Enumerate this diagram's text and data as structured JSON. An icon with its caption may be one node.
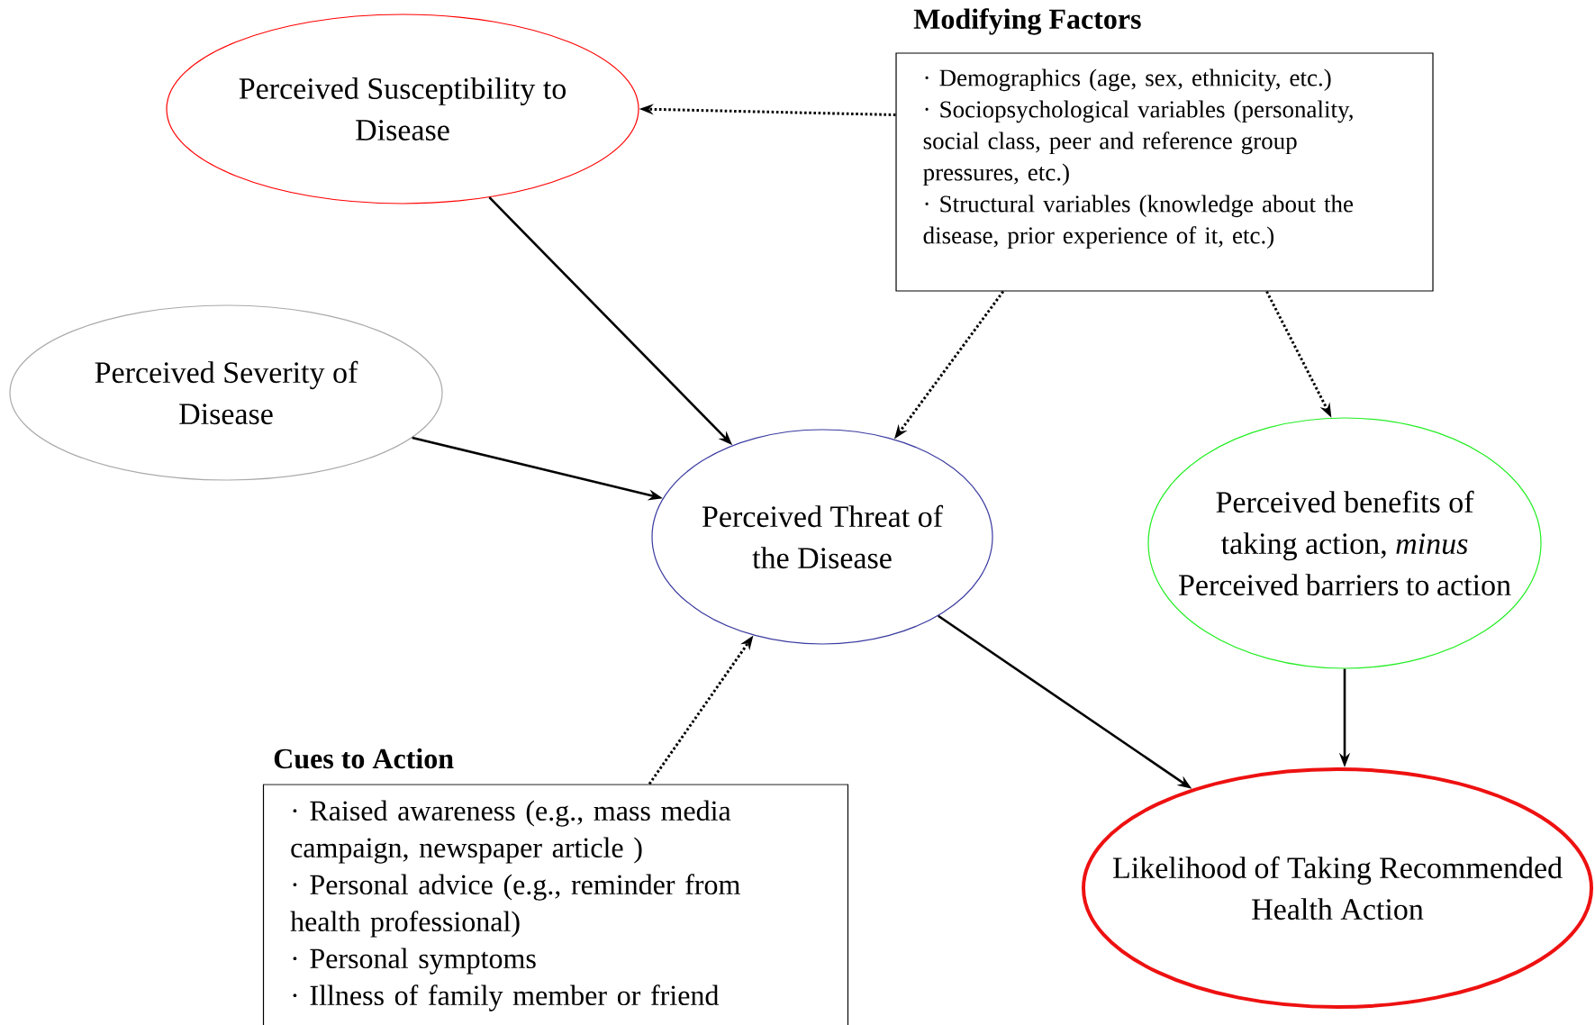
{
  "diagram": {
    "nodes": [
      {
        "text": [
          "Perceived Susceptibility to Disease"
        ]
      },
      {
        "text": [
          "Modifying Factors",
          "· Demographics (age, sex, ethnicity, etc.)",
          "· Sociopsychological variables (personality, social class, peer and reference group pressures, etc.)",
          "· Structural variables (knowledge about the disease, prior experience of it, etc.)"
        ]
      },
      {
        "text": [
          "Perceived Severity of Disease"
        ]
      },
      {
        "text": [
          "Perceived Threat of the Disease"
        ]
      },
      {
        "text": [
          "Perceived benefits of taking action, *minus* Perceived barriers to action"
        ]
      },
      {
        "text": [
          "Cues to Action",
          "· Raised awareness (e.g., mass media campaign, newspaper article )",
          "· Personal advice (e.g., reminder from health professional)",
          "· Personal symptoms",
          "· Illness of family member or friend"
        ]
      },
      {
        "text": [
          "Likelihood of Taking Recommended Health Action"
        ]
      }
    ],
    "edges": [
      {
        "from": 1,
        "to": 0,
        "arrow": "to",
        "style": "dashed"
      },
      {
        "from": 0,
        "to": 3,
        "arrow": "to"
      },
      {
        "from": 2,
        "to": 3,
        "arrow": "to"
      },
      {
        "from": 1,
        "to": 3,
        "arrow": "to",
        "style": "dashed"
      },
      {
        "from": 1,
        "to": 4,
        "arrow": "to",
        "style": "dashed"
      },
      {
        "from": 5,
        "to": 3,
        "arrow": "to",
        "style": "dashed"
      },
      {
        "from": 3,
        "to": 6,
        "arrow": "to"
      },
      {
        "from": 4,
        "to": 6,
        "arrow": "to"
      }
    ]
  }
}
